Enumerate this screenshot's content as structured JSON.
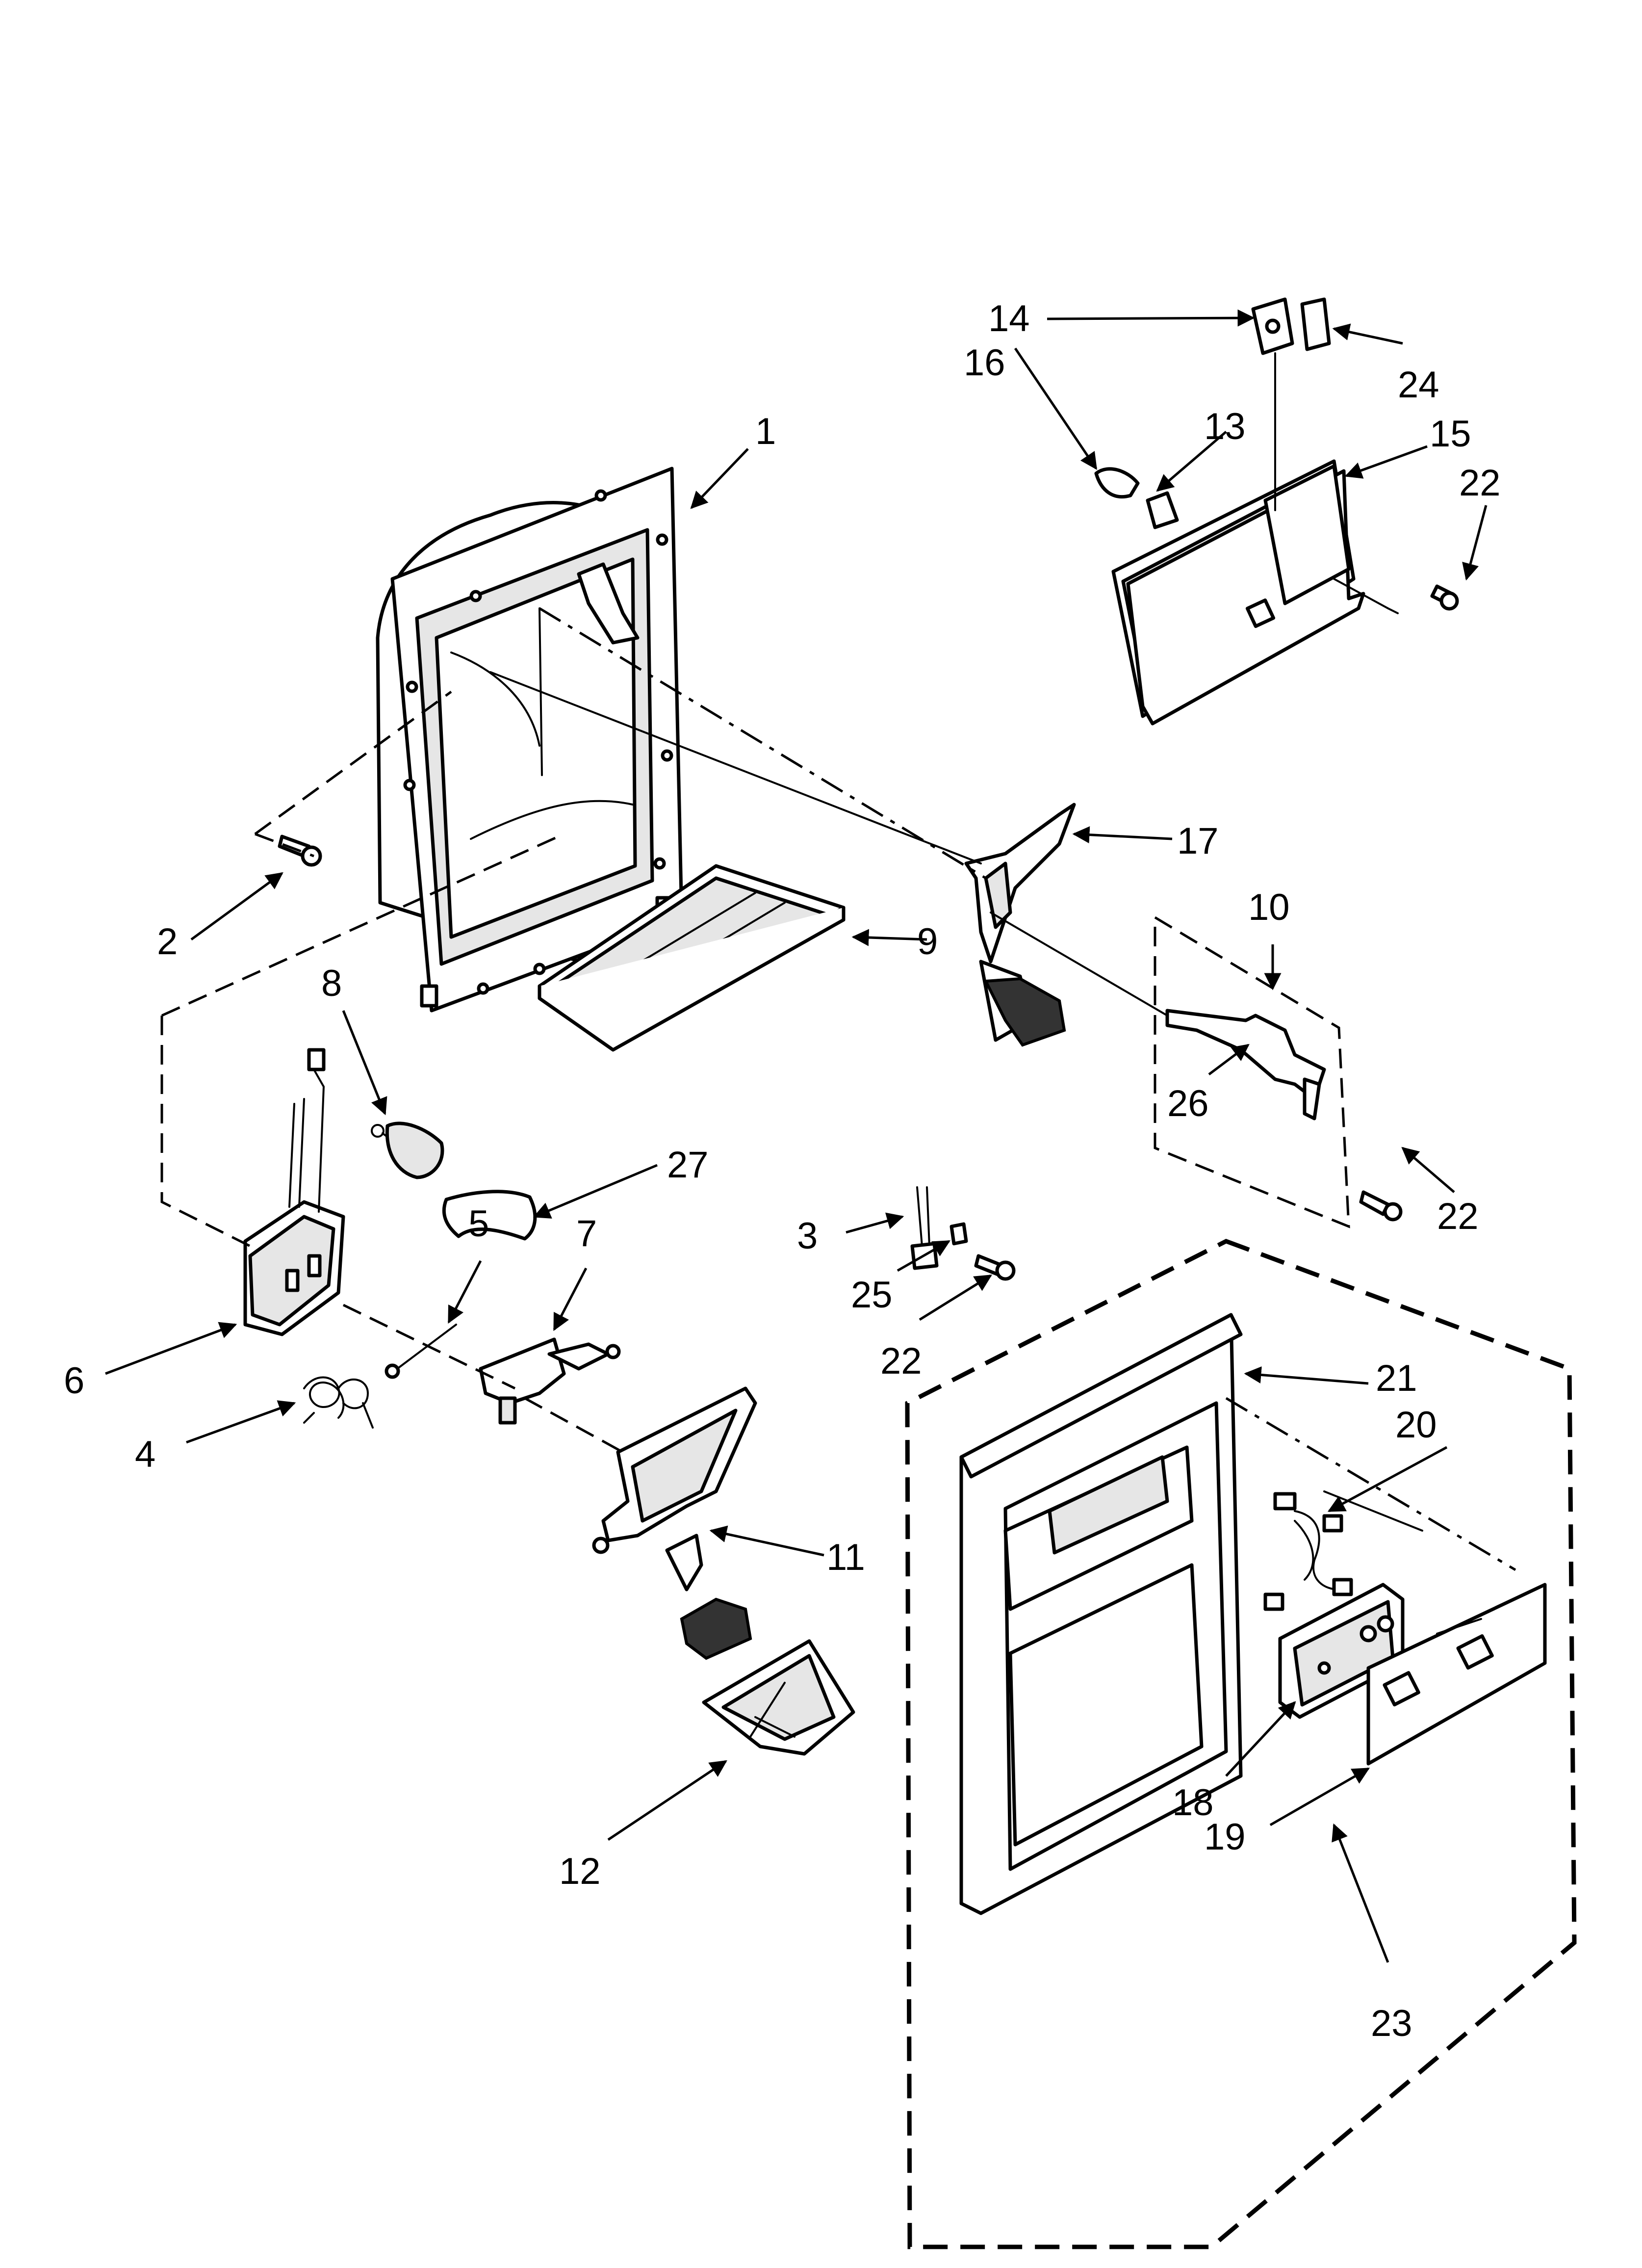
{
  "colors": {
    "line": "#000000",
    "background": "#ffffff",
    "shade": "#e6e6e6"
  },
  "callouts": {
    "c1": "1",
    "c2": "2",
    "c3": "3",
    "c4": "4",
    "c5": "5",
    "c6": "6",
    "c7": "7",
    "c8": "8",
    "c9": "9",
    "c10": "10",
    "c11": "11",
    "c12": "12",
    "c13": "13",
    "c14": "14",
    "c15": "15",
    "c16": "16",
    "c17": "17",
    "c18": "18",
    "c19": "19",
    "c20": "20",
    "c21": "21",
    "c22a": "22",
    "c22b": "22",
    "c22c": "22",
    "c23": "23",
    "c24": "24",
    "c25": "25",
    "c26": "26",
    "c27": "27"
  }
}
